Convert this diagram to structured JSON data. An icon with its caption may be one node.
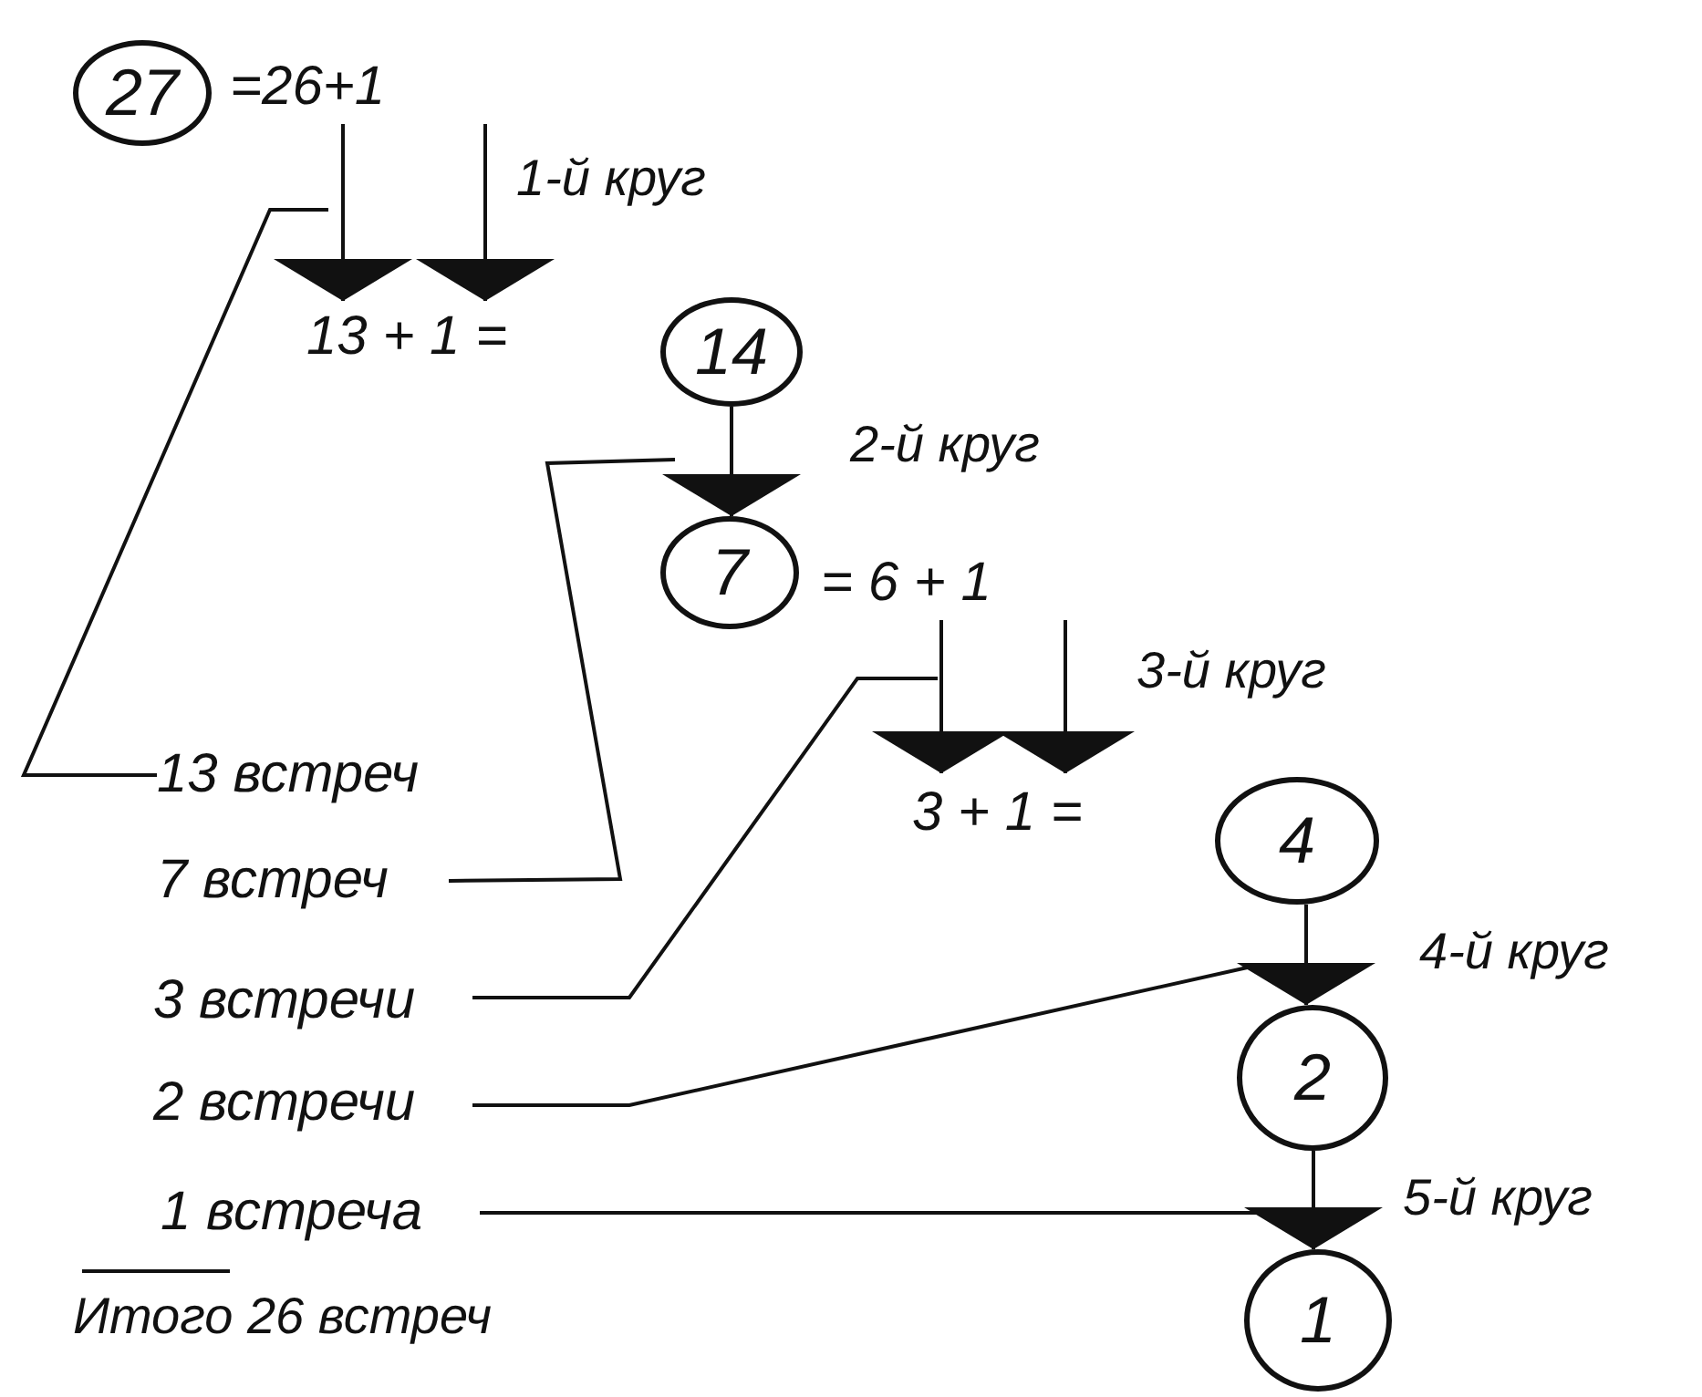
{
  "diagram": {
    "nodes": [
      {
        "text": [
          "27"
        ]
      },
      {
        "text": [
          "=26+1"
        ]
      },
      {
        "text": [
          "13 + 1 ="
        ]
      },
      {
        "text": [
          "14"
        ]
      },
      {
        "text": [
          "7"
        ]
      },
      {
        "text": [
          "= 6 + 1"
        ]
      },
      {
        "text": [
          "3 + 1 ="
        ]
      },
      {
        "text": [
          "4"
        ]
      },
      {
        "text": [
          "2"
        ]
      },
      {
        "text": [
          "1"
        ]
      },
      {
        "text": [
          "13 встреч"
        ]
      },
      {
        "text": [
          "7 встреч"
        ]
      },
      {
        "text": [
          "3 встречи"
        ]
      },
      {
        "text": [
          "2 встречи"
        ]
      },
      {
        "text": [
          "1 встреча"
        ]
      }
    ],
    "edges": [
      {
        "from": 1,
        "to": 2,
        "arrow": "to"
      },
      {
        "from": 1,
        "to": 2,
        "arrow": "to"
      },
      {
        "from": 3,
        "to": 4,
        "arrow": "to"
      },
      {
        "from": 5,
        "to": 6,
        "arrow": "to"
      },
      {
        "from": 5,
        "to": 6,
        "arrow": "to"
      },
      {
        "from": 7,
        "to": 8,
        "arrow": "to"
      },
      {
        "from": 8,
        "to": 9,
        "arrow": "to"
      },
      {
        "from": 10,
        "to": null,
        "arrow": "none"
      },
      {
        "from": 11,
        "to": null,
        "arrow": "none"
      },
      {
        "from": 12,
        "to": null,
        "arrow": "none"
      },
      {
        "from": 13,
        "to": null,
        "arrow": "none"
      },
      {
        "from": 14,
        "to": null,
        "arrow": "none"
      }
    ],
    "labels": [
      "1-й круг",
      "2-й круг",
      "3-й круг",
      "4-й круг",
      "5-й круг",
      "Итого 26 встреч"
    ]
  }
}
